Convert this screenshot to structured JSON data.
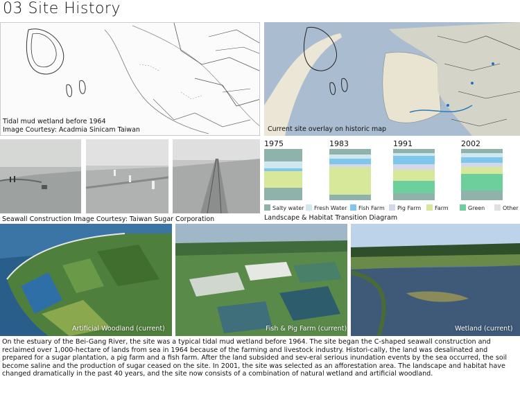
{
  "page": {
    "title": "03 Site History"
  },
  "maps": {
    "historic_caption_line1": "Tidal mud wetland before 1964",
    "historic_caption_line2": "Image Courtesy: Acadmia Sinicam Taiwan",
    "overlay_caption": "Current site overlay on historic map"
  },
  "photos": {
    "caption": "Seawall Construction  Image Courtesy:  Taiwan Sugar Corporation"
  },
  "transition_diagram": {
    "caption": "Landscape & Habitat Transition Diagram",
    "years": [
      "1975",
      "1983",
      "1991",
      "2002"
    ],
    "legend": [
      {
        "label": "Salty water",
        "color": "#8fb3aa"
      },
      {
        "label": "Fresh Water",
        "color": "#cfe7ef"
      },
      {
        "label": "Fish Farm",
        "color": "#7ec6ea"
      },
      {
        "label": "Pig Farm",
        "color": "#d4d6ea"
      },
      {
        "label": "Farm",
        "color": "#d7e89a"
      },
      {
        "label": "Green",
        "color": "#6dcf9c"
      },
      {
        "label": "Other",
        "color": "#e0e0e0"
      }
    ]
  },
  "aerials": {
    "woodland": "Artificial Woodland (current)",
    "farm": "Fish & Pig Farm (current)",
    "wetland": "Wetland (current)"
  },
  "description": "On the estuary of the Bei-Gang River, the site was a typical tidal mud wetland before 1964. The site began the C-shaped seawall construction and reclaimed over 1,000-hectare of lands from sea in 1964 because of the farming and livestock industry. Histori-cally, the land was desalinated and prepared for a sugar plantation, a pig farm and a fish farm. After the land subsided and sev-eral serious inundation events by the sea occurred, the soil become saline and the production of sugar ceased on the site. In 2001, the site was selected as an afforestation area. The landscape and habitat have changed dramatically in the past 40 years, and the site now consists of a combination of natural wetland and artificial woodland."
}
